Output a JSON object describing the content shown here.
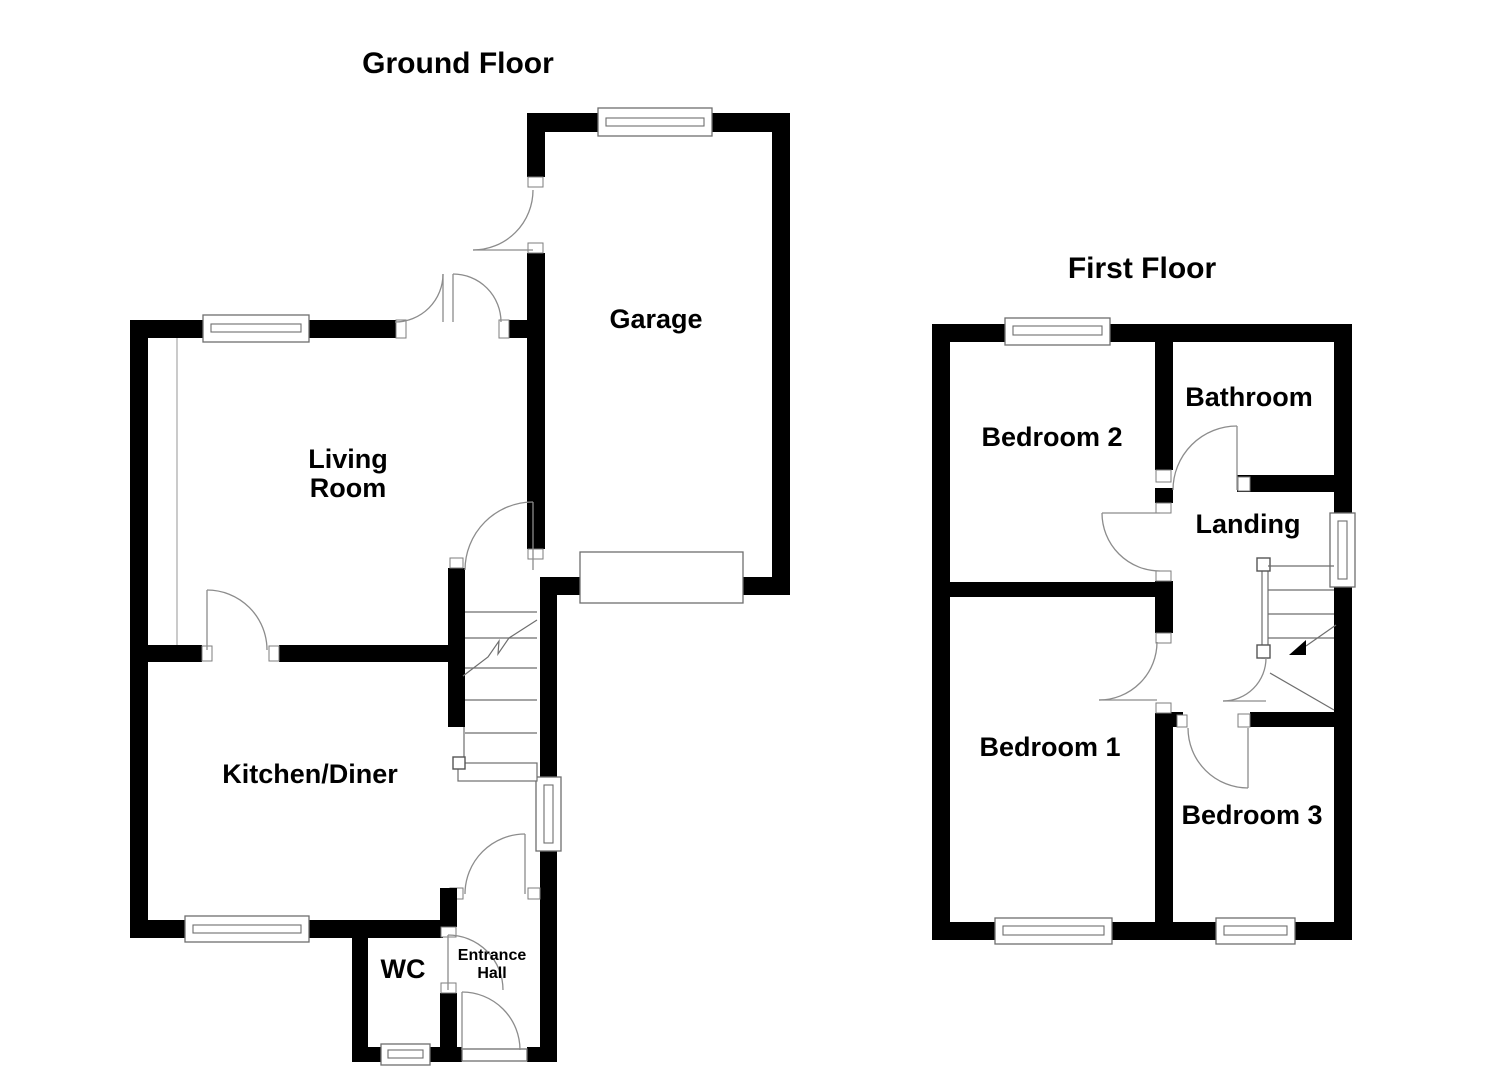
{
  "ground_floor": {
    "title": "Ground Floor",
    "rooms": {
      "garage": "Garage",
      "living_line1": "Living",
      "living_line2": "Room",
      "kitchen": "Kitchen/Diner",
      "wc": "WC",
      "entrance_line1": "Entrance",
      "entrance_line2": "Hall"
    }
  },
  "first_floor": {
    "title": "First Floor",
    "rooms": {
      "bedroom2": "Bedroom 2",
      "bathroom": "Bathroom",
      "landing": "Landing",
      "bedroom1": "Bedroom 1",
      "bedroom3": "Bedroom 3"
    }
  },
  "colors": {
    "background": "#ffffff",
    "wall": "#000000",
    "line": "#6e6e6e",
    "text": "#000000"
  }
}
